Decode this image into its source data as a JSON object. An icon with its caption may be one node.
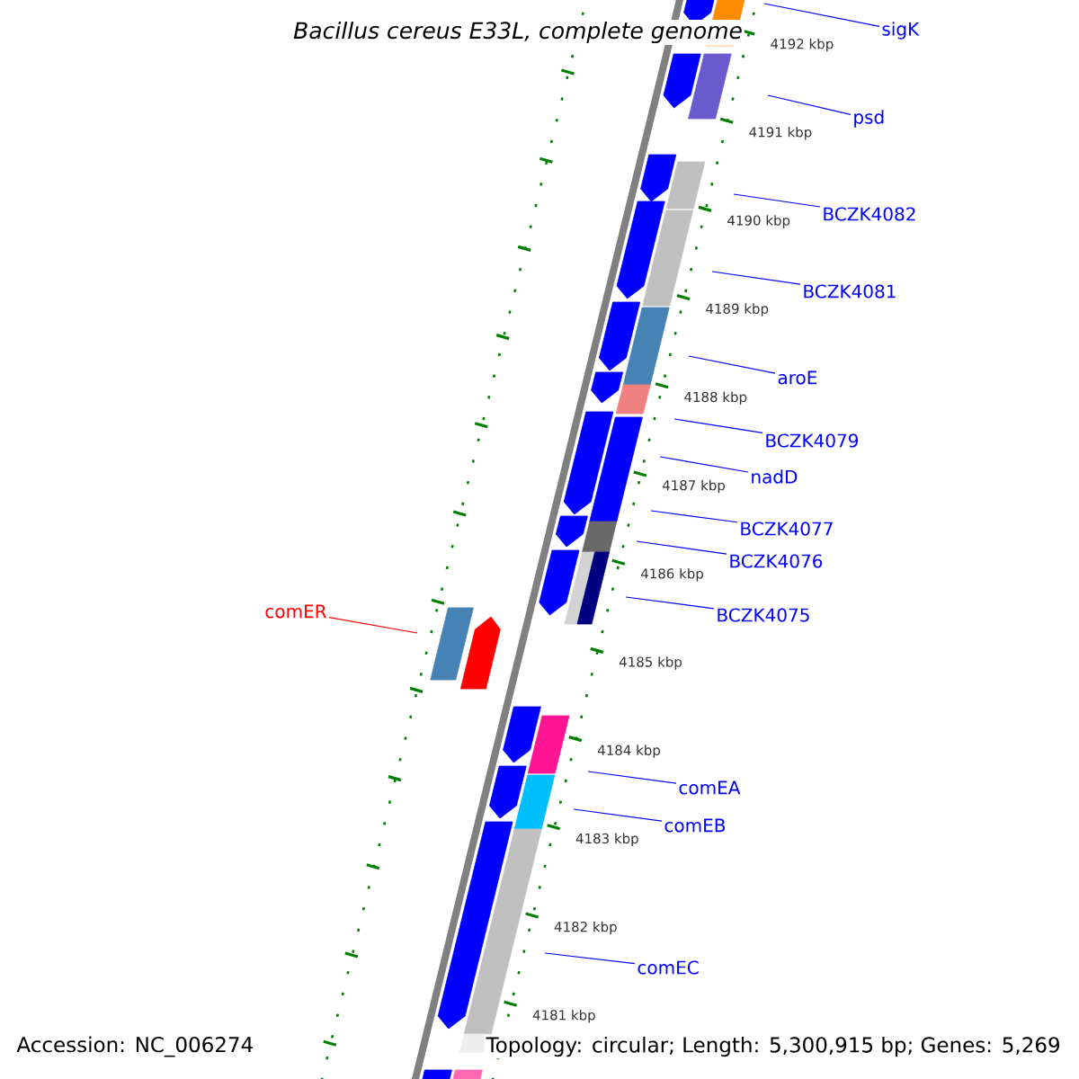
{
  "diagram": {
    "title": "Bacillus cereus E33L, complete genome",
    "nodes": [
      {
        "text": [
          "sigK"
        ]
      },
      {
        "text": [
          "psd"
        ]
      },
      {
        "text": [
          "BCZK4082"
        ]
      },
      {
        "text": [
          "BCZK4081"
        ]
      },
      {
        "text": [
          "aroE"
        ]
      },
      {
        "text": [
          "BCZK4079"
        ]
      },
      {
        "text": [
          "nadD"
        ]
      },
      {
        "text": [
          "BCZK4077"
        ]
      },
      {
        "text": [
          "BCZK4076"
        ]
      },
      {
        "text": [
          "BCZK4075"
        ]
      },
      {
        "text": [
          "comER"
        ]
      },
      {
        "text": [
          "comEA"
        ]
      },
      {
        "text": [
          "comEB"
        ]
      },
      {
        "text": [
          "comEC"
        ]
      }
    ],
    "edges": [
      {
        "from": 0,
        "to": null,
        "arrow": "none"
      },
      {
        "from": 1,
        "to": null,
        "arrow": "none"
      },
      {
        "from": 2,
        "to": null,
        "arrow": "none"
      },
      {
        "from": 3,
        "to": null,
        "arrow": "none"
      },
      {
        "from": 4,
        "to": null,
        "arrow": "none"
      },
      {
        "from": 5,
        "to": null,
        "arrow": "none"
      },
      {
        "from": 6,
        "to": null,
        "arrow": "none"
      },
      {
        "from": 7,
        "to": null,
        "arrow": "none"
      },
      {
        "from": 8,
        "to": null,
        "arrow": "none"
      },
      {
        "from": 9,
        "to": null,
        "arrow": "none"
      },
      {
        "from": 10,
        "to": null,
        "arrow": "none",
        "color": "#ff0000"
      },
      {
        "from": 11,
        "to": null,
        "arrow": "none"
      },
      {
        "from": 12,
        "to": null,
        "arrow": "none"
      },
      {
        "from": 13,
        "to": null,
        "arrow": "none"
      }
    ],
    "labels": [
      "4192 kbp",
      "4191 kbp",
      "4190 kbp",
      "4189 kbp",
      "4188 kbp",
      "4187 kbp",
      "4186 kbp",
      "4185 kbp",
      "4184 kbp",
      "4183 kbp",
      "4182 kbp",
      "4181 kbp",
      "Accession: NC_006274",
      "Topology: circular; Length: 5,300,915 bp; Genes: 5,269"
    ]
  }
}
